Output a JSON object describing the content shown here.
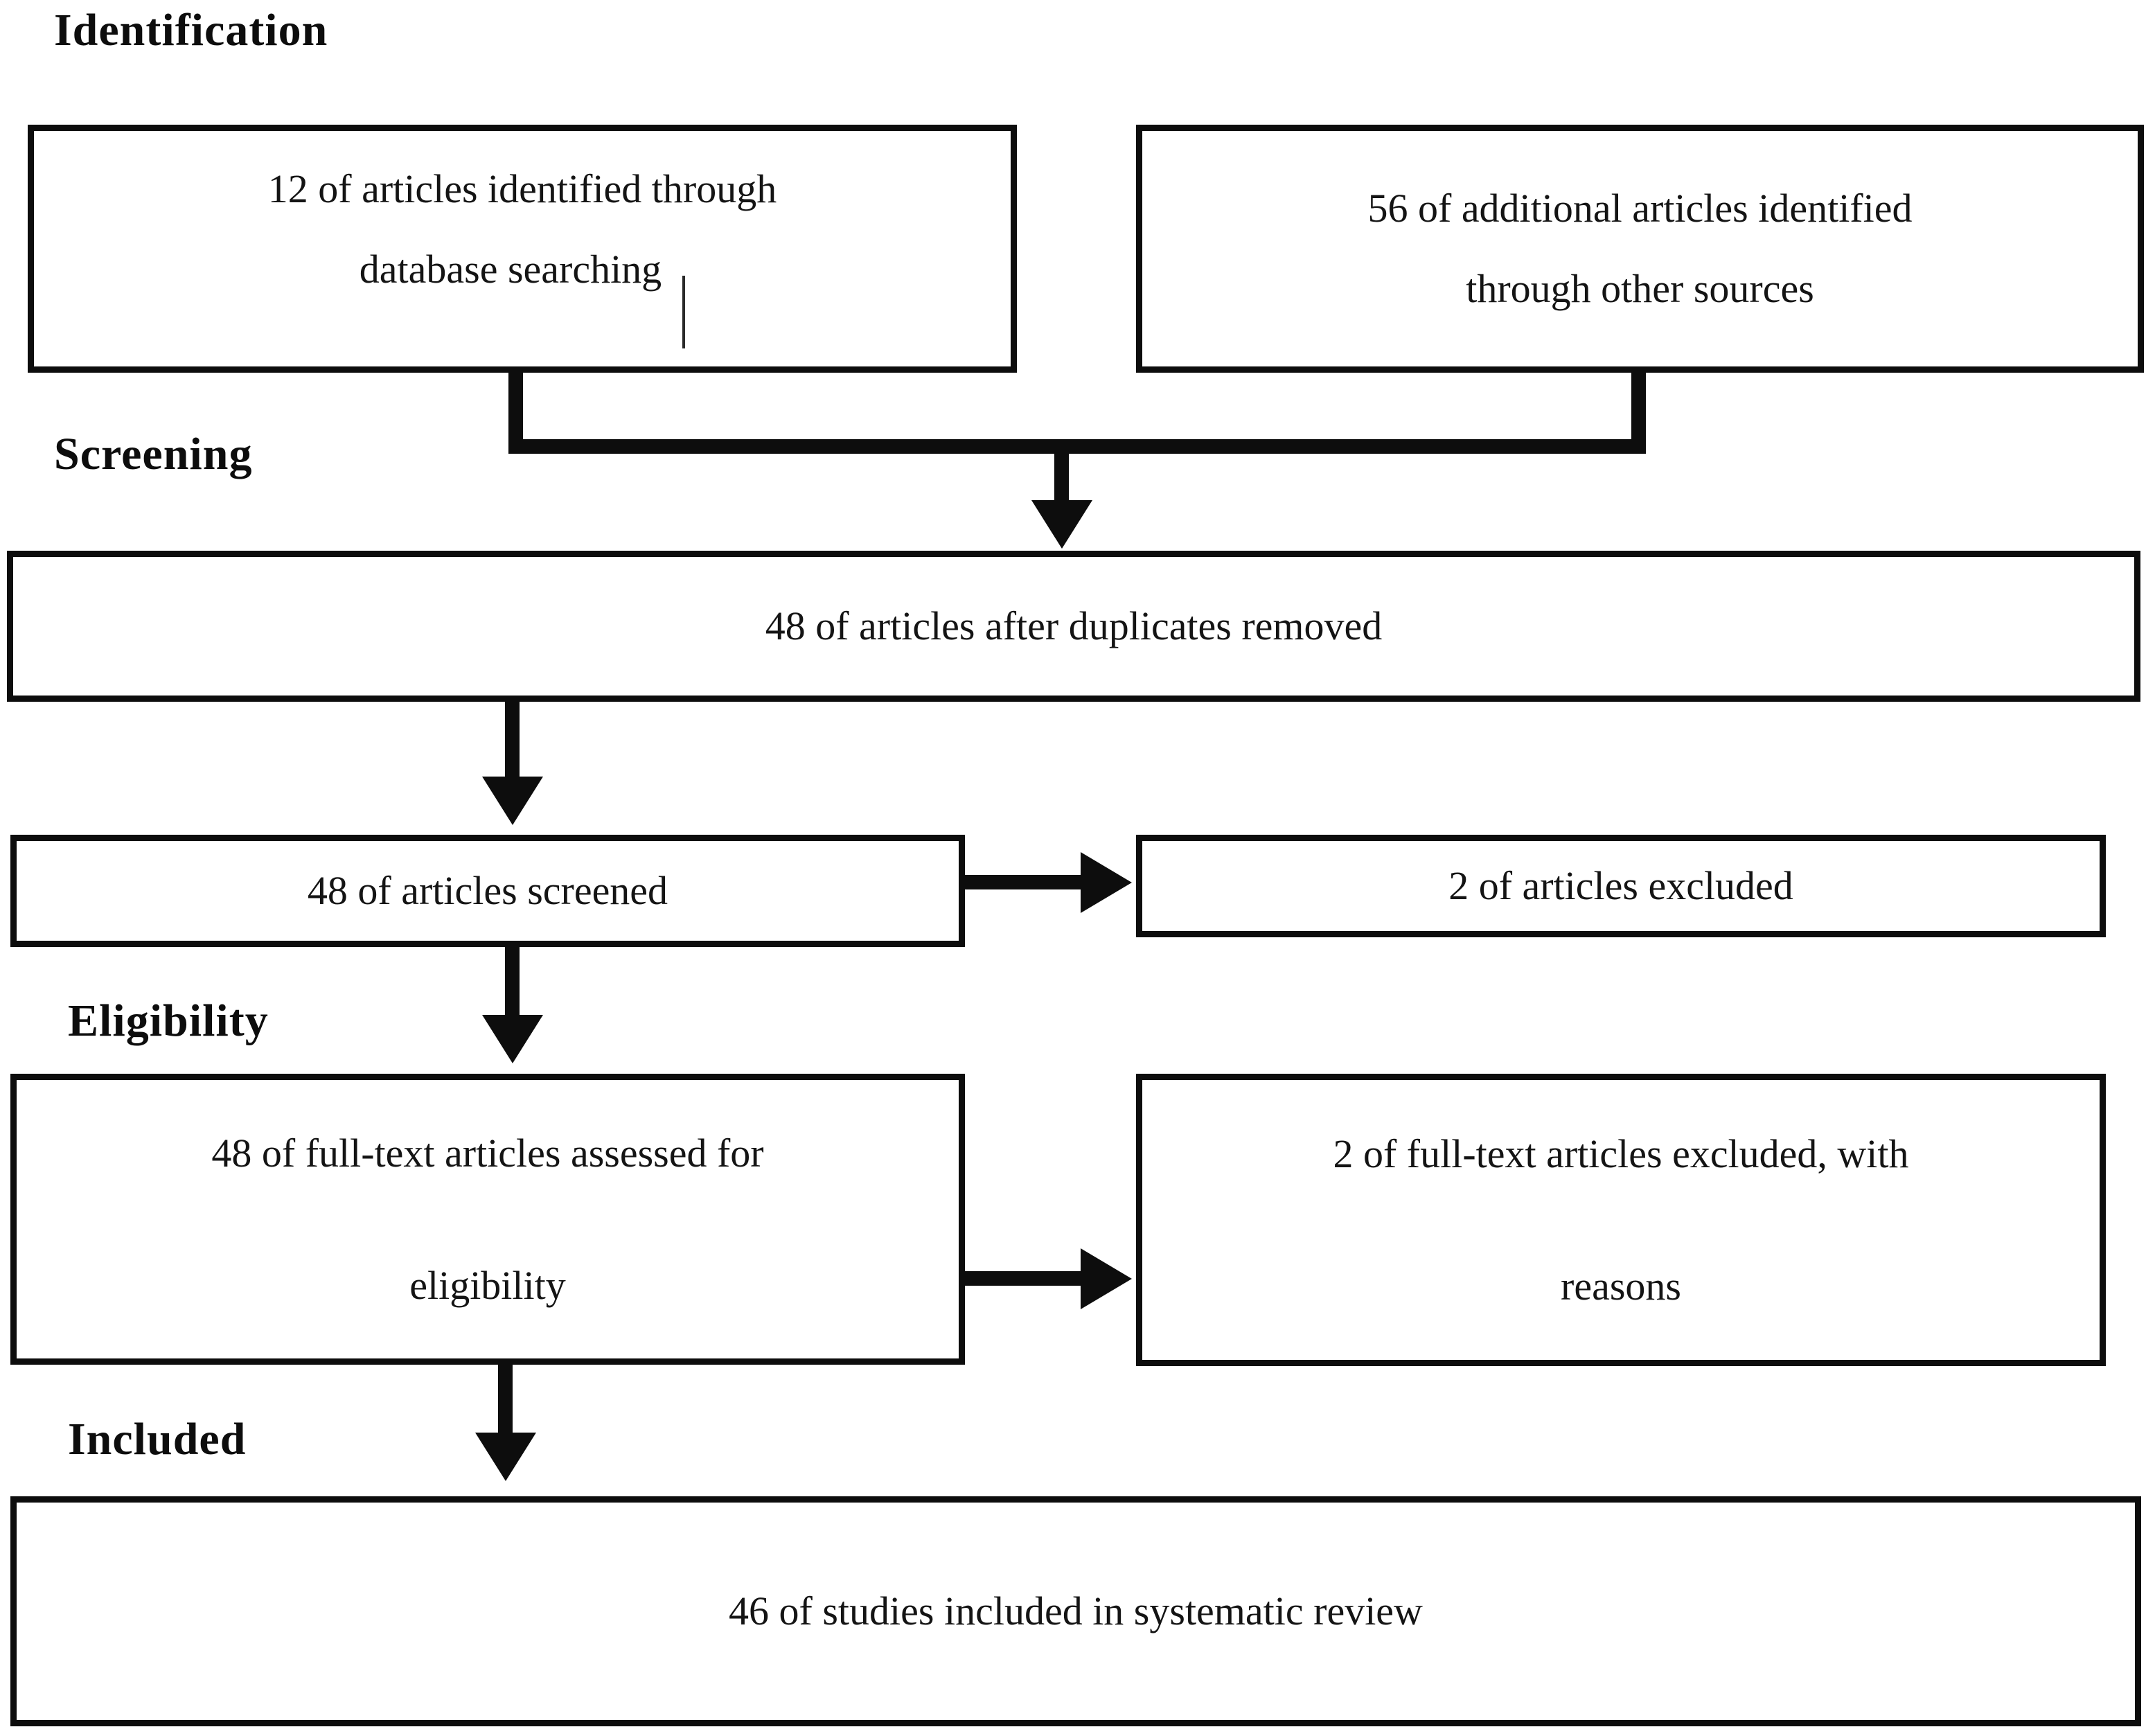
{
  "colors": {
    "ink": "#0d0d0d",
    "paper": "#ffffff"
  },
  "stage_labels": {
    "identification": "Identification",
    "screening": "Screening",
    "eligibility": "Eligibility",
    "included": "Included"
  },
  "boxes": {
    "database_search": {
      "lines": [
        "12 of articles identified through",
        "database searching"
      ]
    },
    "other_sources": {
      "lines": [
        "56 of additional articles identified",
        "through other sources"
      ]
    },
    "after_duplicates": {
      "lines": [
        "48 of articles after duplicates removed"
      ]
    },
    "screened": {
      "lines": [
        "48 of articles screened"
      ]
    },
    "articles_excluded": {
      "lines": [
        "2 of articles excluded"
      ]
    },
    "fulltext_assessed": {
      "lines": [
        "48 of full-text articles assessed for",
        "eligibility"
      ]
    },
    "fulltext_excluded": {
      "lines": [
        "2 of full-text articles excluded, with",
        "reasons"
      ]
    },
    "included_review": {
      "lines": [
        "46 of studies included in systematic review"
      ]
    }
  }
}
